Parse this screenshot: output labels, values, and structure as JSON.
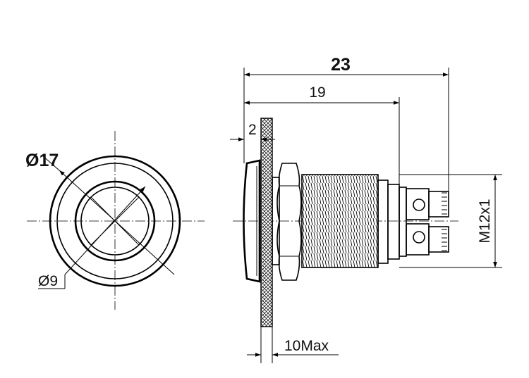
{
  "front_view": {
    "outer_diameter_label": "Ø17",
    "inner_diameter_label": "Ø9"
  },
  "side_view": {
    "overall_length_label": "23",
    "body_length_label": "19",
    "bezel_thickness_label": "2",
    "panel_thickness_label": "10Max",
    "thread_label": "M12x1"
  }
}
